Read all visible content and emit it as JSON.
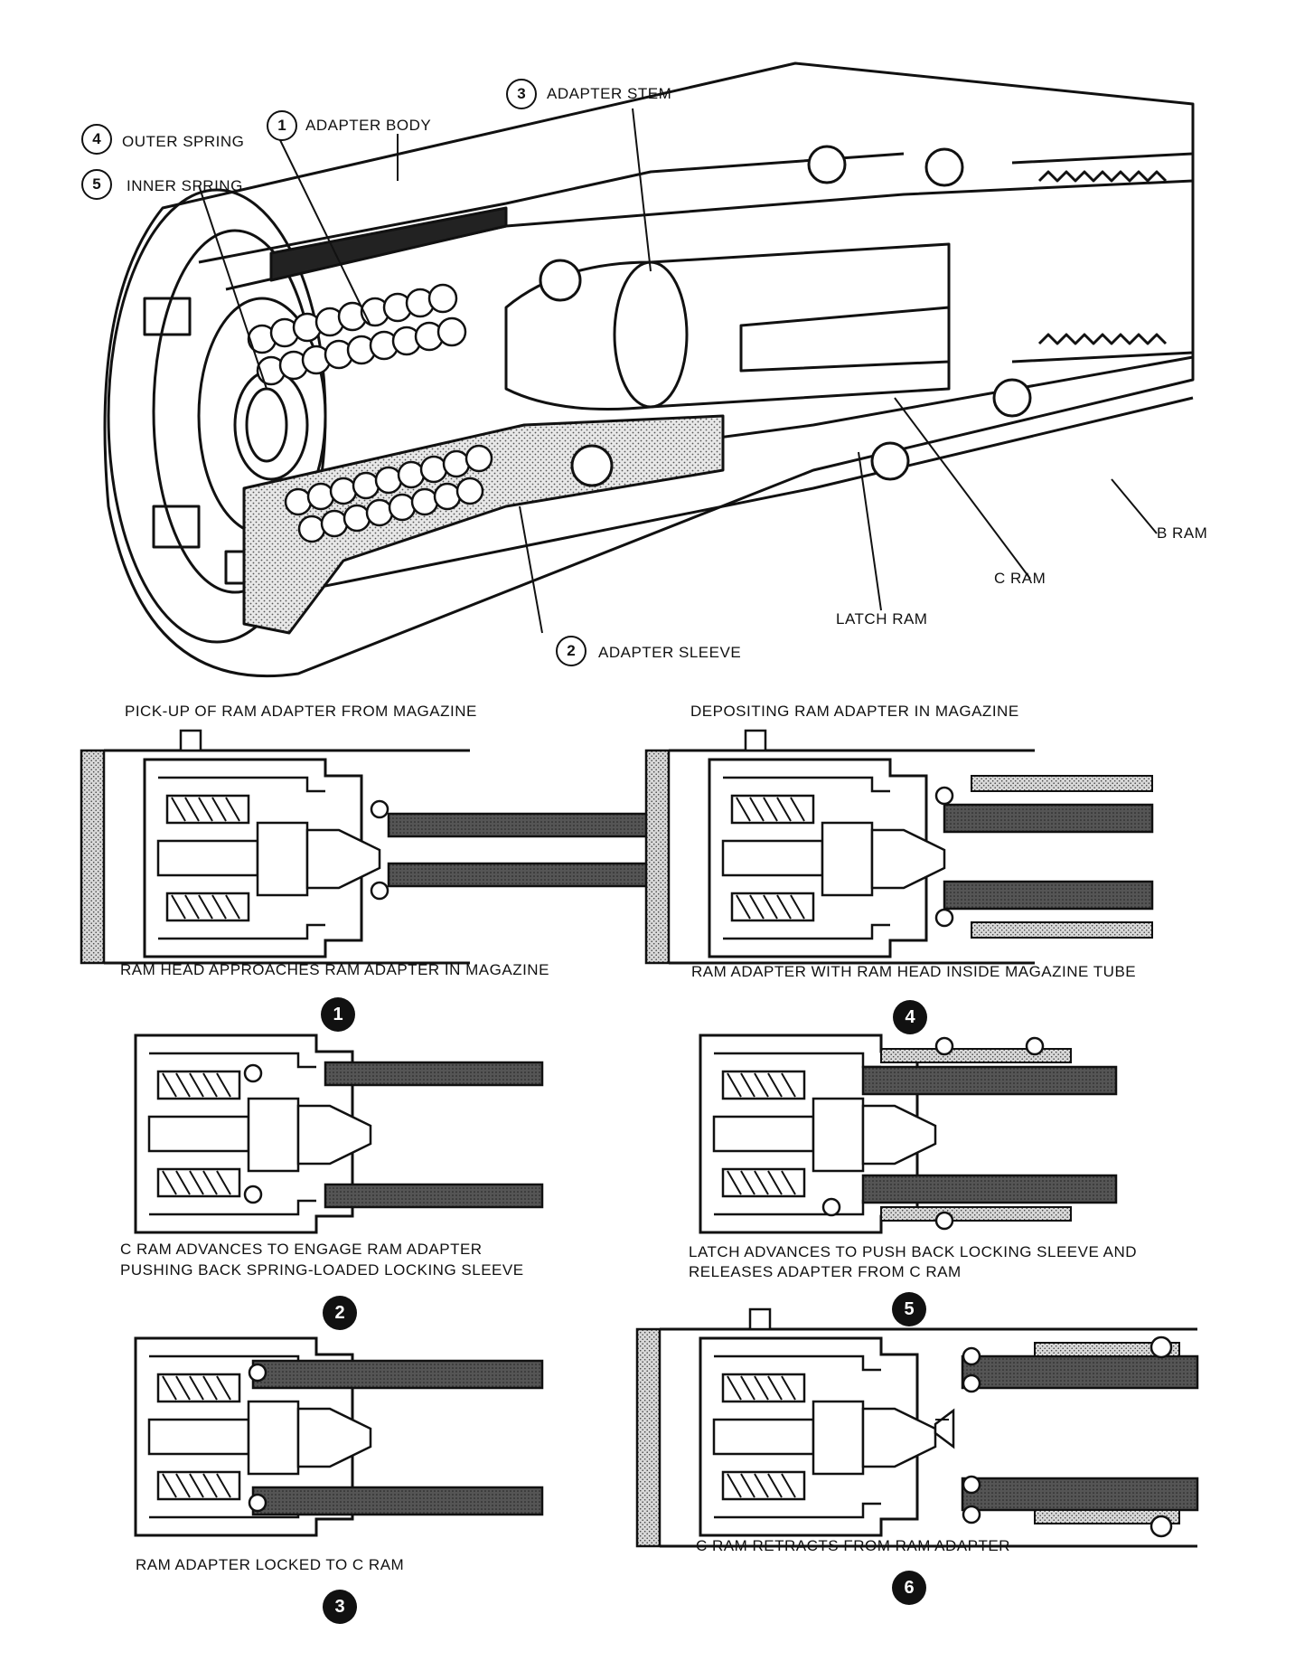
{
  "top_diagram": {
    "callouts": [
      {
        "number": "1",
        "label": "ADAPTER BODY"
      },
      {
        "number": "2",
        "label": "ADAPTER SLEEVE"
      },
      {
        "number": "3",
        "label": "ADAPTER STEM"
      },
      {
        "number": "4",
        "label": "OUTER SPRING"
      },
      {
        "number": "5",
        "label": "INNER SPRING"
      }
    ],
    "labels": {
      "b_ram": "B RAM",
      "c_ram": "C RAM",
      "latch_ram": "LATCH RAM"
    }
  },
  "sections": {
    "left_title": "PICK-UP OF RAM ADAPTER FROM MAGAZINE",
    "right_title": "DEPOSITING RAM ADAPTER IN MAGAZINE"
  },
  "steps": [
    {
      "number": "1",
      "caption_lines": [
        "RAM HEAD APPROACHES RAM ADAPTER IN MAGAZINE"
      ]
    },
    {
      "number": "2",
      "caption_lines": [
        "C RAM ADVANCES TO ENGAGE RAM ADAPTER",
        "PUSHING BACK SPRING-LOADED LOCKING SLEEVE"
      ]
    },
    {
      "number": "3",
      "caption_lines": [
        "RAM ADAPTER LOCKED TO  C  RAM"
      ]
    },
    {
      "number": "4",
      "caption_lines": [
        "RAM ADAPTER WITH RAM HEAD INSIDE MAGAZINE TUBE"
      ]
    },
    {
      "number": "5",
      "caption_lines": [
        "LATCH ADVANCES TO PUSH BACK LOCKING SLEEVE AND",
        "RELEASES ADAPTER FROM  C  RAM"
      ]
    },
    {
      "number": "6",
      "caption_lines": [
        "C  RAM RETRACTS FROM RAM ADAPTER"
      ]
    }
  ]
}
